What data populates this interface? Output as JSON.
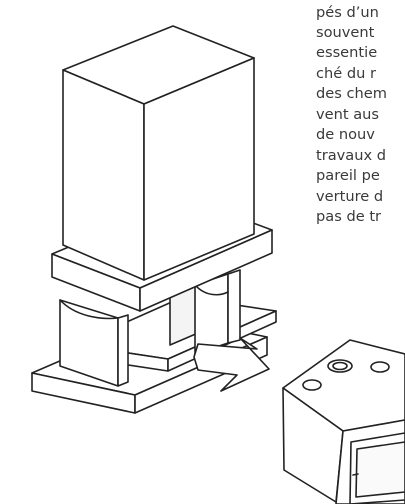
{
  "text_lines": [
    "pés d’un",
    "souvent",
    "essentie",
    "ché du r",
    "des chem",
    "vent aus",
    "de nouv",
    "travaux d",
    "pareil pe",
    "verture d",
    "pas de tr"
  ]
}
